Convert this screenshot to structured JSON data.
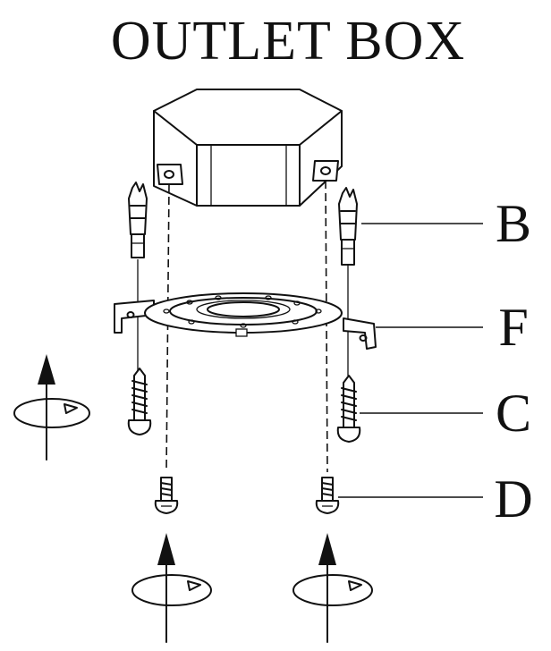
{
  "title": "OUTLET BOX",
  "callouts": [
    {
      "id": "wall-anchor",
      "label": "B"
    },
    {
      "id": "mounting-bracket",
      "label": "F"
    },
    {
      "id": "wood-screw",
      "label": "C"
    },
    {
      "id": "machine-screw",
      "label": "D"
    }
  ]
}
